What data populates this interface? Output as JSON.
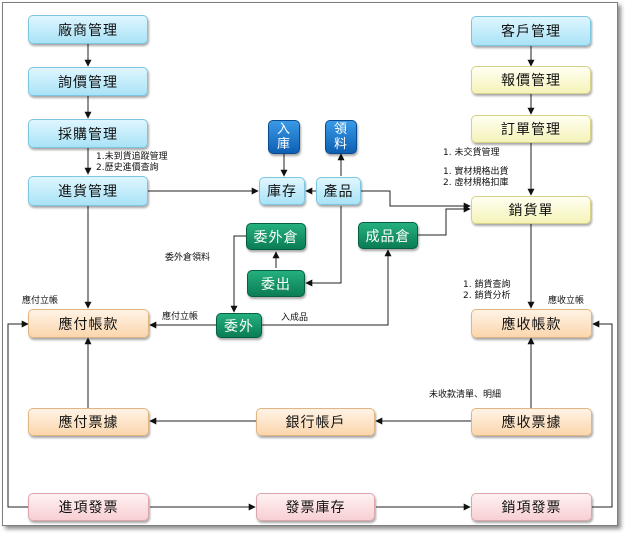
{
  "nodes": {
    "vendor_mgmt": "廠商管理",
    "inquiry_mgmt": "詢價管理",
    "purchase_mgmt": "採購管理",
    "receiving_mgmt": "進貨管理",
    "customer_mgmt": "客戶管理",
    "quote_mgmt": "報價管理",
    "order_mgmt": "訂單管理",
    "sales_slip": "銷貨單",
    "inventory": "庫存",
    "product": "產品",
    "stock_in_line1": "入",
    "stock_in_line2": "庫",
    "material_line1": "領",
    "material_line2": "料",
    "outsource_warehouse": "委外倉",
    "finished_warehouse": "成品倉",
    "outsource_out": "委出",
    "outsource": "委外",
    "accounts_payable": "應付帳款",
    "accounts_receivable": "應收帳款",
    "payable_notes": "應付票據",
    "bank_account": "銀行帳戶",
    "receivable_notes": "應收票據",
    "input_invoice": "進項發票",
    "invoice_stock": "發票庫存",
    "output_invoice": "銷項發票"
  },
  "labels": {
    "unarrived_tracking": "1.未到貨追蹤管理",
    "purchase_history": "2.歷史進價查詢",
    "undelivered_mgmt": "1. 未交貨管理",
    "real_spec_ship": "1. 實材規格出貨",
    "virtual_spec_deduct": "2. 虛材規格扣庫",
    "outsource_material": "委外倉領料",
    "payable_post_left": "應付立帳",
    "payable_post_mid": "應付立帳",
    "into_finished": "入成品",
    "sales_query": "1. 銷貨查詢",
    "sales_analysis": "2. 銷貨分析",
    "receivable_post": "應收立帳",
    "uncollected_detail": "未收款清單、明細"
  }
}
